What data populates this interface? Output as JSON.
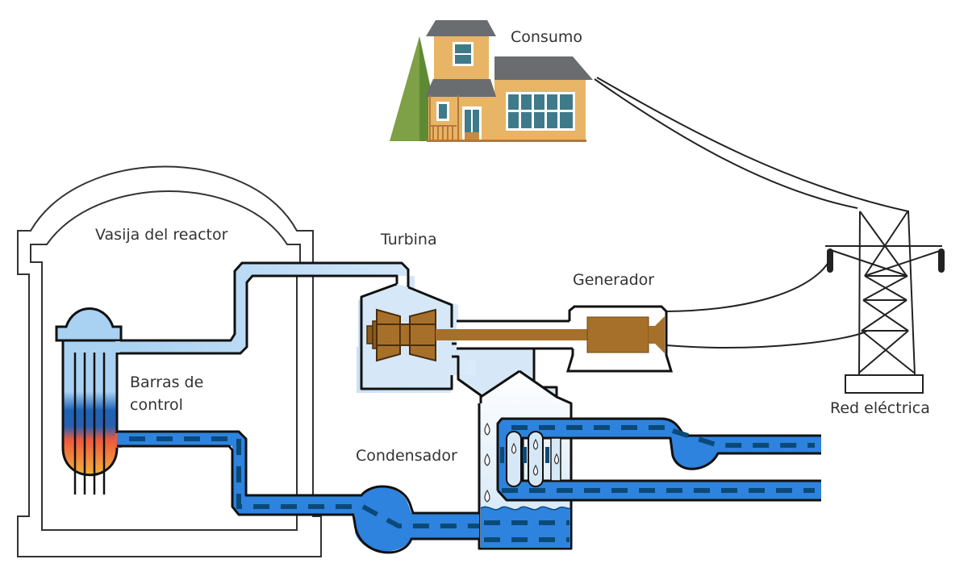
{
  "title": "Esquema de central nuclear",
  "labels": {
    "consumption": "Consumo",
    "reactor_vessel": "Vasija del reactor",
    "control_rods_line1": "Barras de",
    "control_rods_line2": "control",
    "turbine": "Turbina",
    "generator": "Generador",
    "condenser": "Condensador",
    "grid": "Red eléctrica"
  },
  "colors": {
    "steam": "#cfe4f7",
    "water": "#2d83de",
    "water_dash": "#0b4a78",
    "brass": "#a6702a",
    "house_wall": "#e8b466",
    "roof": "#6a6d70",
    "tree": "#7ea046",
    "core_hot": "#ee5a3c",
    "core_warm": "#f4b13a",
    "core_cool": "#1e63b5"
  }
}
